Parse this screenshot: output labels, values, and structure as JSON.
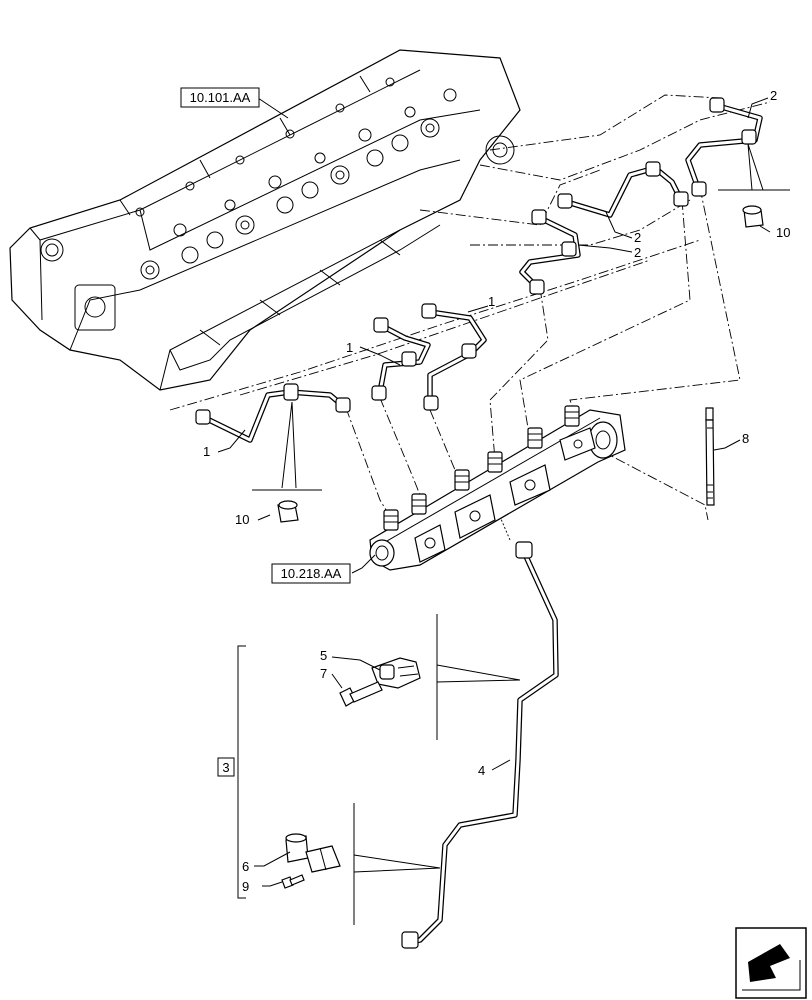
{
  "references": {
    "cylinder_head": "10.101.AA",
    "fuel_rail": "10.218.AA",
    "kit": "3"
  },
  "callouts": {
    "c1a": "1",
    "c1b": "1",
    "c1c": "1",
    "c2a": "2",
    "c2b": "2",
    "c2c": "2",
    "c4": "4",
    "c5": "5",
    "c6": "6",
    "c7": "7",
    "c8": "8",
    "c9": "9",
    "c10a": "10",
    "c10b": "10"
  },
  "icons": {
    "nav": "arrow-down-left-icon"
  }
}
